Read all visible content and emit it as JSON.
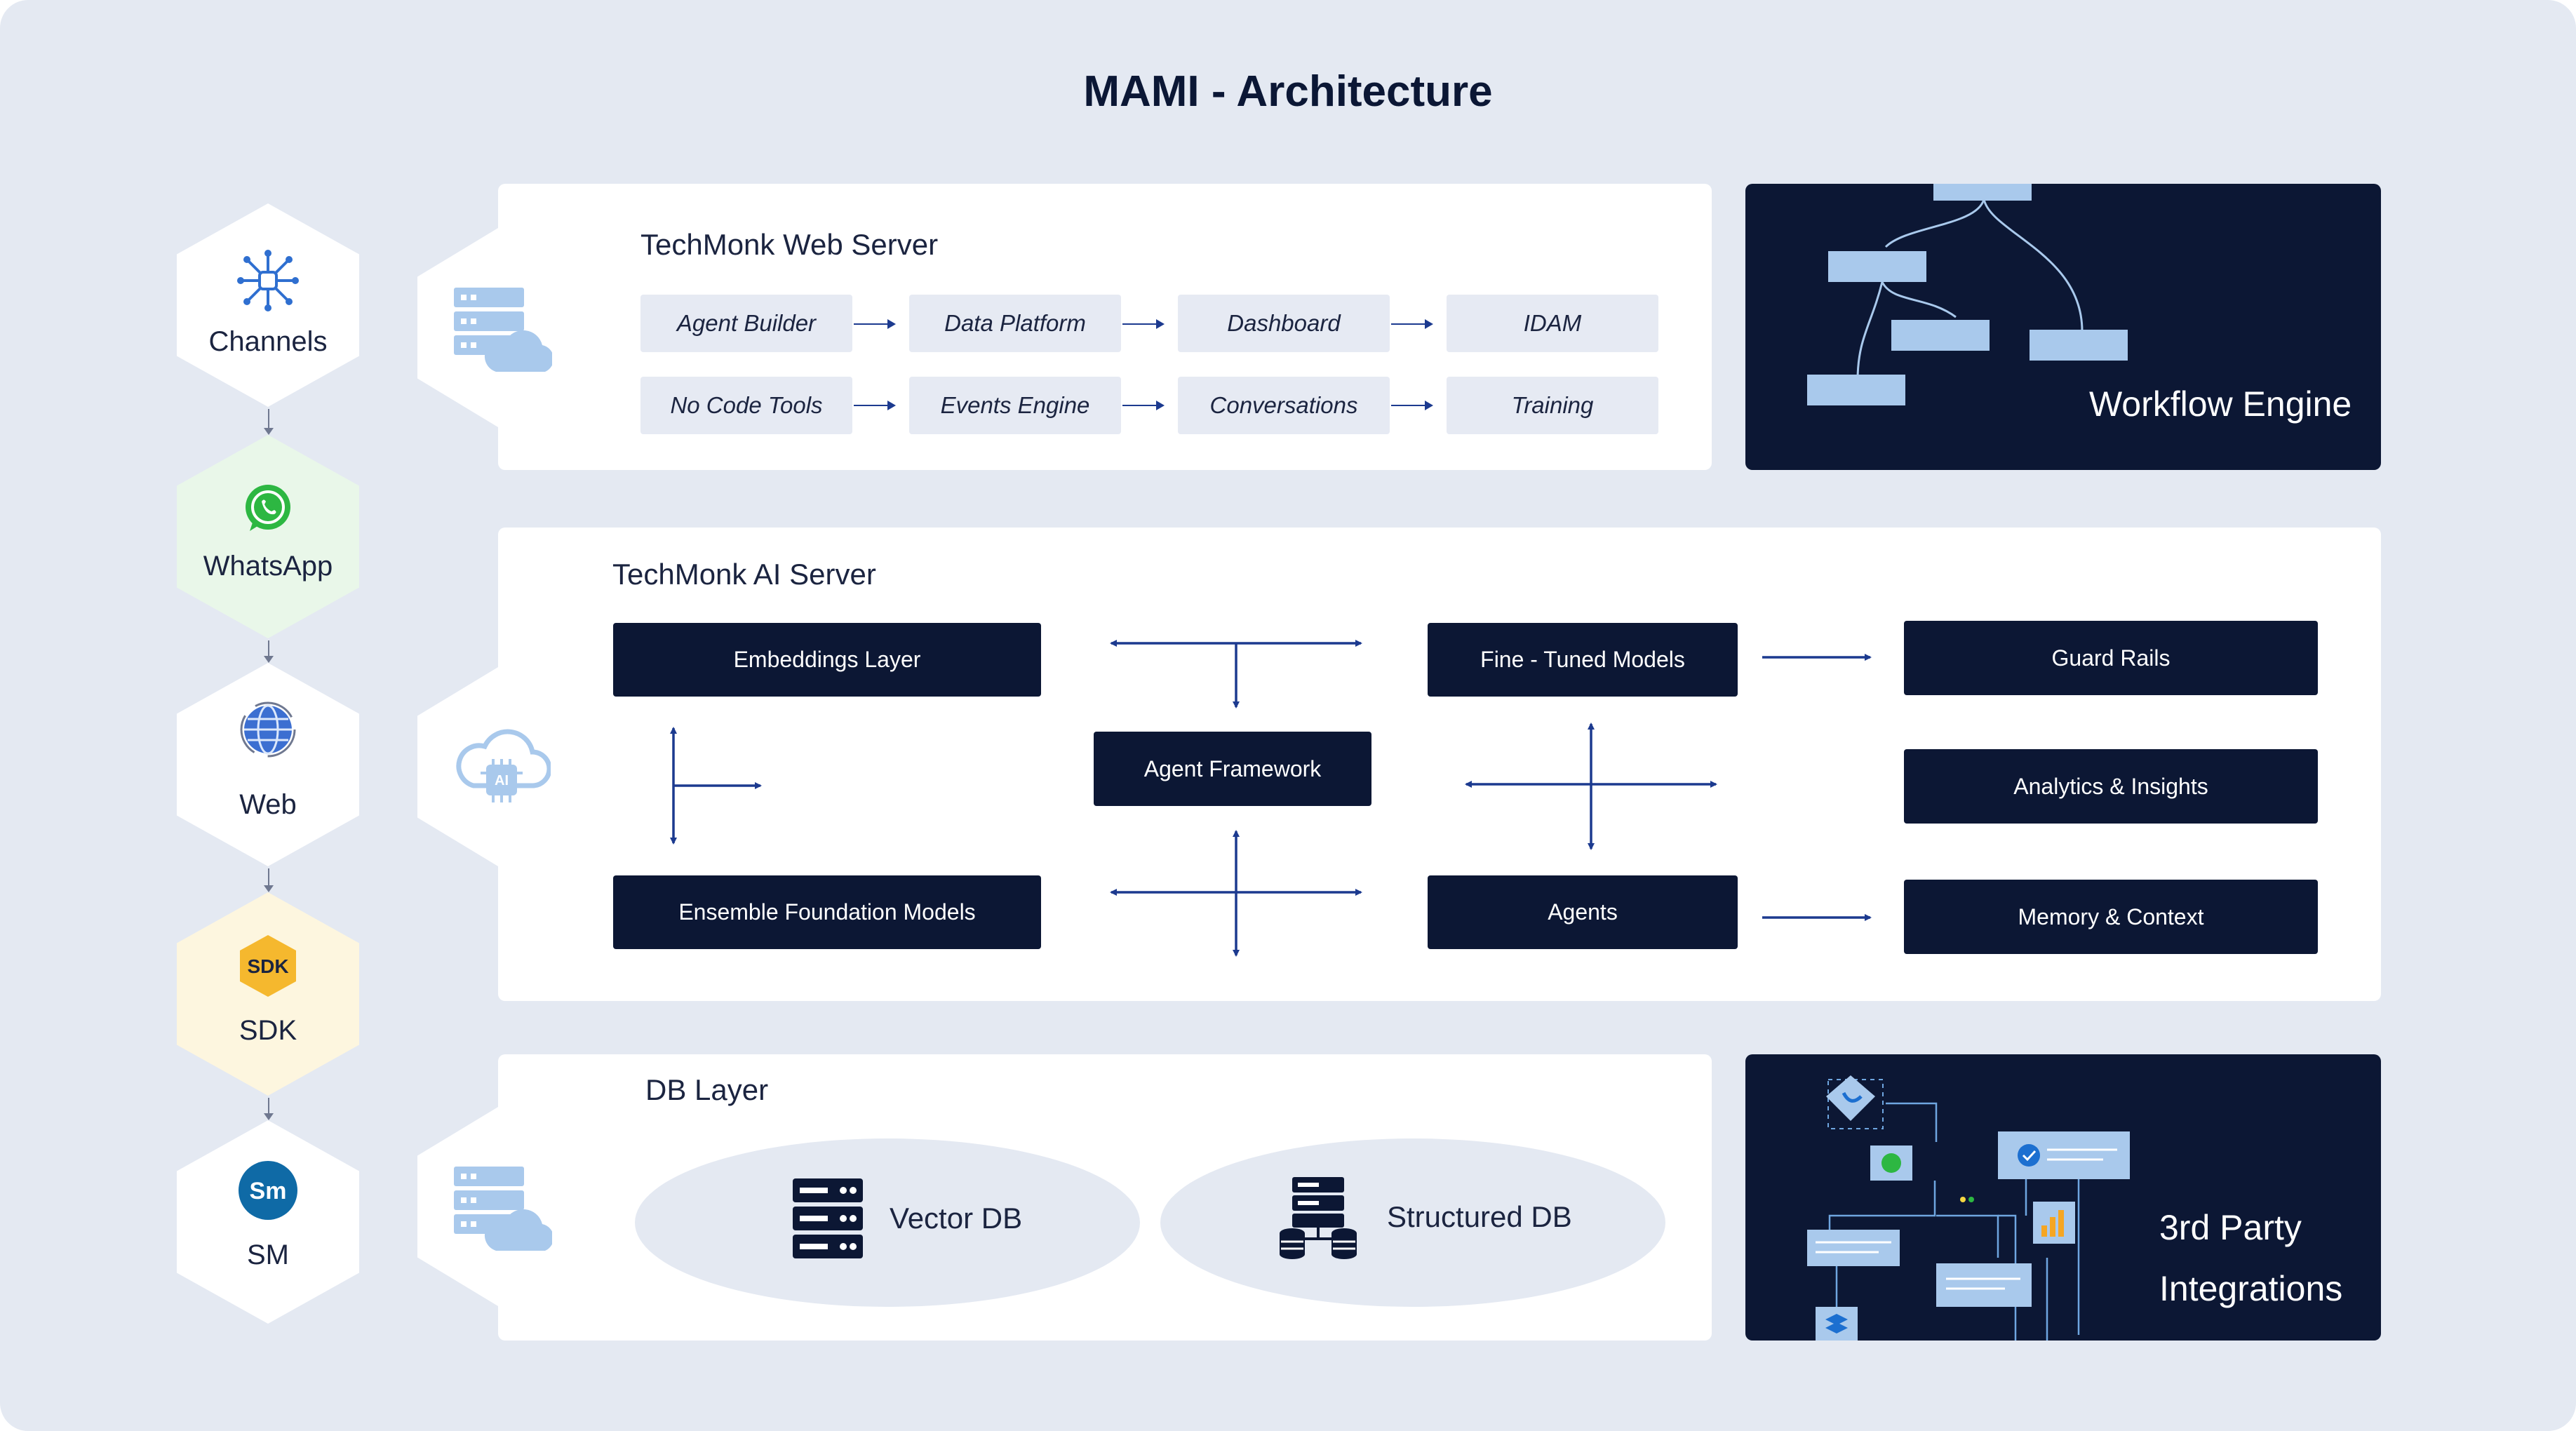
{
  "title": "MAMI - Architecture",
  "channels": [
    {
      "label": "Channels",
      "icon": "channels-hub-icon",
      "bg": "#ffffff"
    },
    {
      "label": "WhatsApp",
      "icon": "whatsapp-icon",
      "bg": "#e9f7e9"
    },
    {
      "label": "Web",
      "icon": "globe-icon",
      "bg": "#ffffff"
    },
    {
      "label": "SDK",
      "icon": "sdk-hexagon-icon",
      "bg": "#fdf6df"
    },
    {
      "label": "SM",
      "icon": "sm-logo-icon",
      "bg": "#ffffff"
    }
  ],
  "web_server": {
    "title": "TechMonk Web Server",
    "row1": [
      "Agent Builder",
      "Data Platform",
      "Dashboard",
      "IDAM"
    ],
    "row2": [
      "No Code Tools",
      "Events Engine",
      "Conversations",
      "Training"
    ]
  },
  "workflow_engine": {
    "label": "Workflow Engine"
  },
  "ai_server": {
    "title": "TechMonk AI Server",
    "embeddings": "Embeddings Layer",
    "ensemble": "Ensemble Foundation Models",
    "agent_framework": "Agent Framework",
    "fine_tuned": "Fine - Tuned Models",
    "agents": "Agents",
    "guard_rails": "Guard Rails",
    "analytics": "Analytics & Insights",
    "memory": "Memory & Context"
  },
  "db_layer": {
    "title": "DB Layer",
    "vector_db": "Vector DB",
    "structured_db": "Structured DB"
  },
  "integrations": {
    "line1": "3rd Party",
    "line2": "Integrations"
  },
  "colors": {
    "navy": "#0c1734",
    "accent_blue": "#1c3a8f",
    "light_blue": "#a9c9ec",
    "background": "#e4e9f2"
  }
}
